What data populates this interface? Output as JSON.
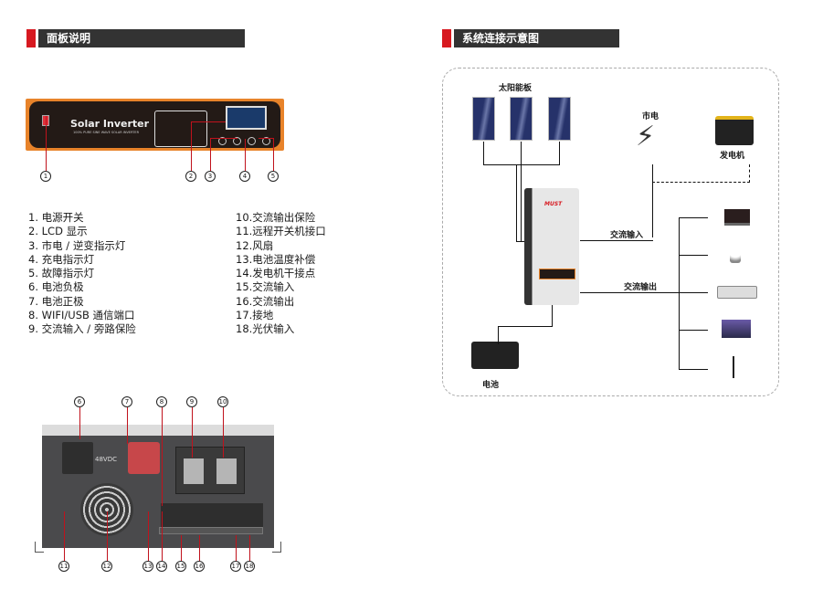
{
  "left_section": {
    "title": "面板说明",
    "front_panel": {
      "brand": "Solar Inverter",
      "subtitle": "100% PURE SINE WAVE SOLAR INVERTER",
      "callouts": [
        "1",
        "2",
        "3",
        "4",
        "5"
      ]
    },
    "legend_left": [
      "1.  电源开关",
      "2.  LCD 显示",
      "3.  市电 / 逆变指示灯",
      "4.  充电指示灯",
      "5.  故障指示灯",
      "6.  电池负极",
      "7.  电池正极",
      "8.  WIFI/USB 通信端口",
      "9.  交流输入 / 旁路保险"
    ],
    "legend_right": [
      "10.交流输出保险",
      "11.远程开关机接口",
      "12.风扇",
      "13.电池温度补偿",
      "14.发电机干接点",
      "15.交流输入",
      "16.交流输出",
      "17.接地",
      "18.光伏输入"
    ],
    "rear_panel": {
      "battery_voltage": "48VDC",
      "callouts_top": [
        "6",
        "7",
        "8",
        "9",
        "10"
      ],
      "callouts_bottom": [
        "11",
        "12",
        "13",
        "14",
        "15",
        "16",
        "17",
        "18"
      ]
    }
  },
  "right_section": {
    "title": "系统连接示意图",
    "labels": {
      "solar_panels": "太阳能板",
      "grid": "市电",
      "generator": "发电机",
      "ac_input": "交流输入",
      "ac_output": "交流输出",
      "battery": "电池",
      "inverter_brand": "MUST"
    },
    "loads": [
      "laptop",
      "light-bulb",
      "air-conditioner",
      "tv",
      "fan"
    ]
  }
}
